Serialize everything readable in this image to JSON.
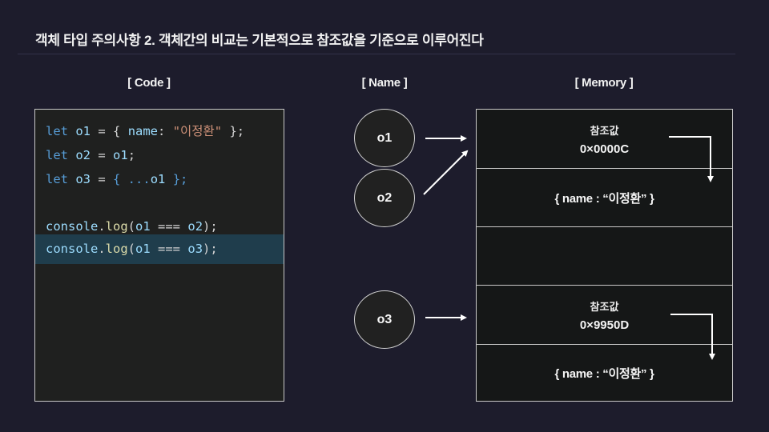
{
  "title": "객체 타입 주의사항 2.  객체간의 비교는 기본적으로 참조값을 기준으로 이루어진다",
  "columns": {
    "code": "[ Code ]",
    "name": "[ Name ]",
    "memory": "[ Memory ]"
  },
  "code": {
    "highlighted_line": 6,
    "lines": [
      [
        {
          "t": "let",
          "c": "kw"
        },
        {
          "t": " ",
          "c": "op"
        },
        {
          "t": "o1",
          "c": "var"
        },
        {
          "t": " = { ",
          "c": "op"
        },
        {
          "t": "name",
          "c": "var"
        },
        {
          "t": ": ",
          "c": "op"
        },
        {
          "t": "\"이정환\"",
          "c": "str"
        },
        {
          "t": " };",
          "c": "op"
        }
      ],
      [
        {
          "t": "let",
          "c": "kw"
        },
        {
          "t": " ",
          "c": "op"
        },
        {
          "t": "o2",
          "c": "var"
        },
        {
          "t": " = ",
          "c": "op"
        },
        {
          "t": "o1",
          "c": "var"
        },
        {
          "t": ";",
          "c": "op"
        }
      ],
      [
        {
          "t": "let",
          "c": "kw"
        },
        {
          "t": " ",
          "c": "op"
        },
        {
          "t": "o3",
          "c": "var"
        },
        {
          "t": " = ",
          "c": "op"
        },
        {
          "t": "{ ...",
          "c": "kw"
        },
        {
          "t": "o1",
          "c": "var"
        },
        {
          "t": " };",
          "c": "kw"
        }
      ],
      [],
      [
        {
          "t": "console",
          "c": "var"
        },
        {
          "t": ".",
          "c": "op"
        },
        {
          "t": "log",
          "c": "fn"
        },
        {
          "t": "(",
          "c": "op"
        },
        {
          "t": "o1",
          "c": "var"
        },
        {
          "t": " === ",
          "c": "op"
        },
        {
          "t": "o2",
          "c": "var"
        },
        {
          "t": ");",
          "c": "op"
        }
      ],
      [
        {
          "t": "console",
          "c": "var"
        },
        {
          "t": ".",
          "c": "op"
        },
        {
          "t": "log",
          "c": "fn"
        },
        {
          "t": "(",
          "c": "op"
        },
        {
          "t": "o1",
          "c": "var"
        },
        {
          "t": " === ",
          "c": "op"
        },
        {
          "t": "o3",
          "c": "var"
        },
        {
          "t": ");",
          "c": "op"
        }
      ]
    ]
  },
  "names": [
    {
      "label": "o1"
    },
    {
      "label": "o2"
    },
    {
      "label": "o3"
    }
  ],
  "memory": {
    "rows": [
      {
        "type": "ref",
        "label": "참조값",
        "address": "0×0000C"
      },
      {
        "type": "object",
        "value": "{ name : “이정환” }"
      },
      {
        "type": "empty"
      },
      {
        "type": "ref",
        "label": "참조값",
        "address": "0×9950D"
      },
      {
        "type": "object",
        "value": "{ name : “이정환” }"
      }
    ]
  },
  "colors": {
    "background": "#1d1c2c",
    "code_bg": "#1f201f",
    "memory_bg": "#151717",
    "highlight": "#1f3d4c",
    "keyword": "#569cd6",
    "variable": "#9cdcfe",
    "string": "#ce9178",
    "function": "#dcdcaa"
  }
}
